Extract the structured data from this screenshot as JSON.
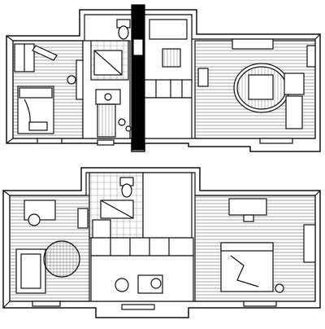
{
  "drawing": {
    "kind": "hand-drawn isometric floor plans",
    "plan_count": 2,
    "colors": {
      "paper": "#ffffff",
      "ink": "#111111",
      "hatch": "#555555",
      "poche": "#000000"
    },
    "plans": [
      {
        "id": "upper",
        "rooms": [
          "bedroom",
          "hallway",
          "bathroom",
          "kitchenette",
          "living-room"
        ],
        "icons": [
          "bed-icon",
          "desk-icon",
          "toilet-icon",
          "sink-icon",
          "round-rug-icon",
          "armchair-icon",
          "shelf-icon"
        ]
      },
      {
        "id": "lower",
        "rooms": [
          "living-room",
          "bathroom",
          "kitchen",
          "open-hall",
          "bedroom"
        ],
        "icons": [
          "sofa-icon",
          "round-rug-icon",
          "toilet-icon",
          "dining-table-icon",
          "bed-icon",
          "desk-icon",
          "plant-icon"
        ]
      }
    ]
  }
}
